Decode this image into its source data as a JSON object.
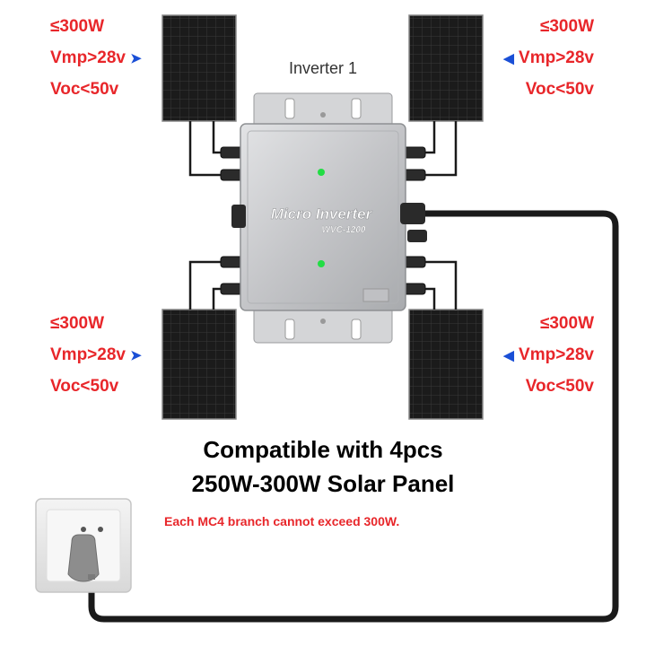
{
  "colors": {
    "spec_text": "#e8262a",
    "arrow": "#1a4fd6",
    "panel": "#1b1b1b",
    "panel_grid": "#3a3a3a",
    "inverter_body": "#c9cacc",
    "cable": "#1a1a1a",
    "led": "#22dd44",
    "headline": "#000000"
  },
  "panels": [
    {
      "position": "top-left",
      "power": "≤300W",
      "vmp": "Vmp>28v",
      "voc": "Voc<50v",
      "arrow": "➤"
    },
    {
      "position": "top-right",
      "power": "≤300W",
      "vmp": "Vmp>28v",
      "voc": "Voc<50v",
      "arrow": "◀"
    },
    {
      "position": "bottom-left",
      "power": "≤300W",
      "vmp": "Vmp>28v",
      "voc": "Voc<50v",
      "arrow": "➤"
    },
    {
      "position": "bottom-right",
      "power": "≤300W",
      "vmp": "Vmp>28v",
      "voc": "Voc<50v",
      "arrow": "◀"
    }
  ],
  "inverter": {
    "label": "Inverter 1",
    "brand": "Micro Inverter",
    "model": "WVC-1200"
  },
  "headline": {
    "line1": "Compatible with 4pcs",
    "line2": "250W-300W Solar Panel"
  },
  "warning": "Each MC4 branch cannot exceed 300W."
}
